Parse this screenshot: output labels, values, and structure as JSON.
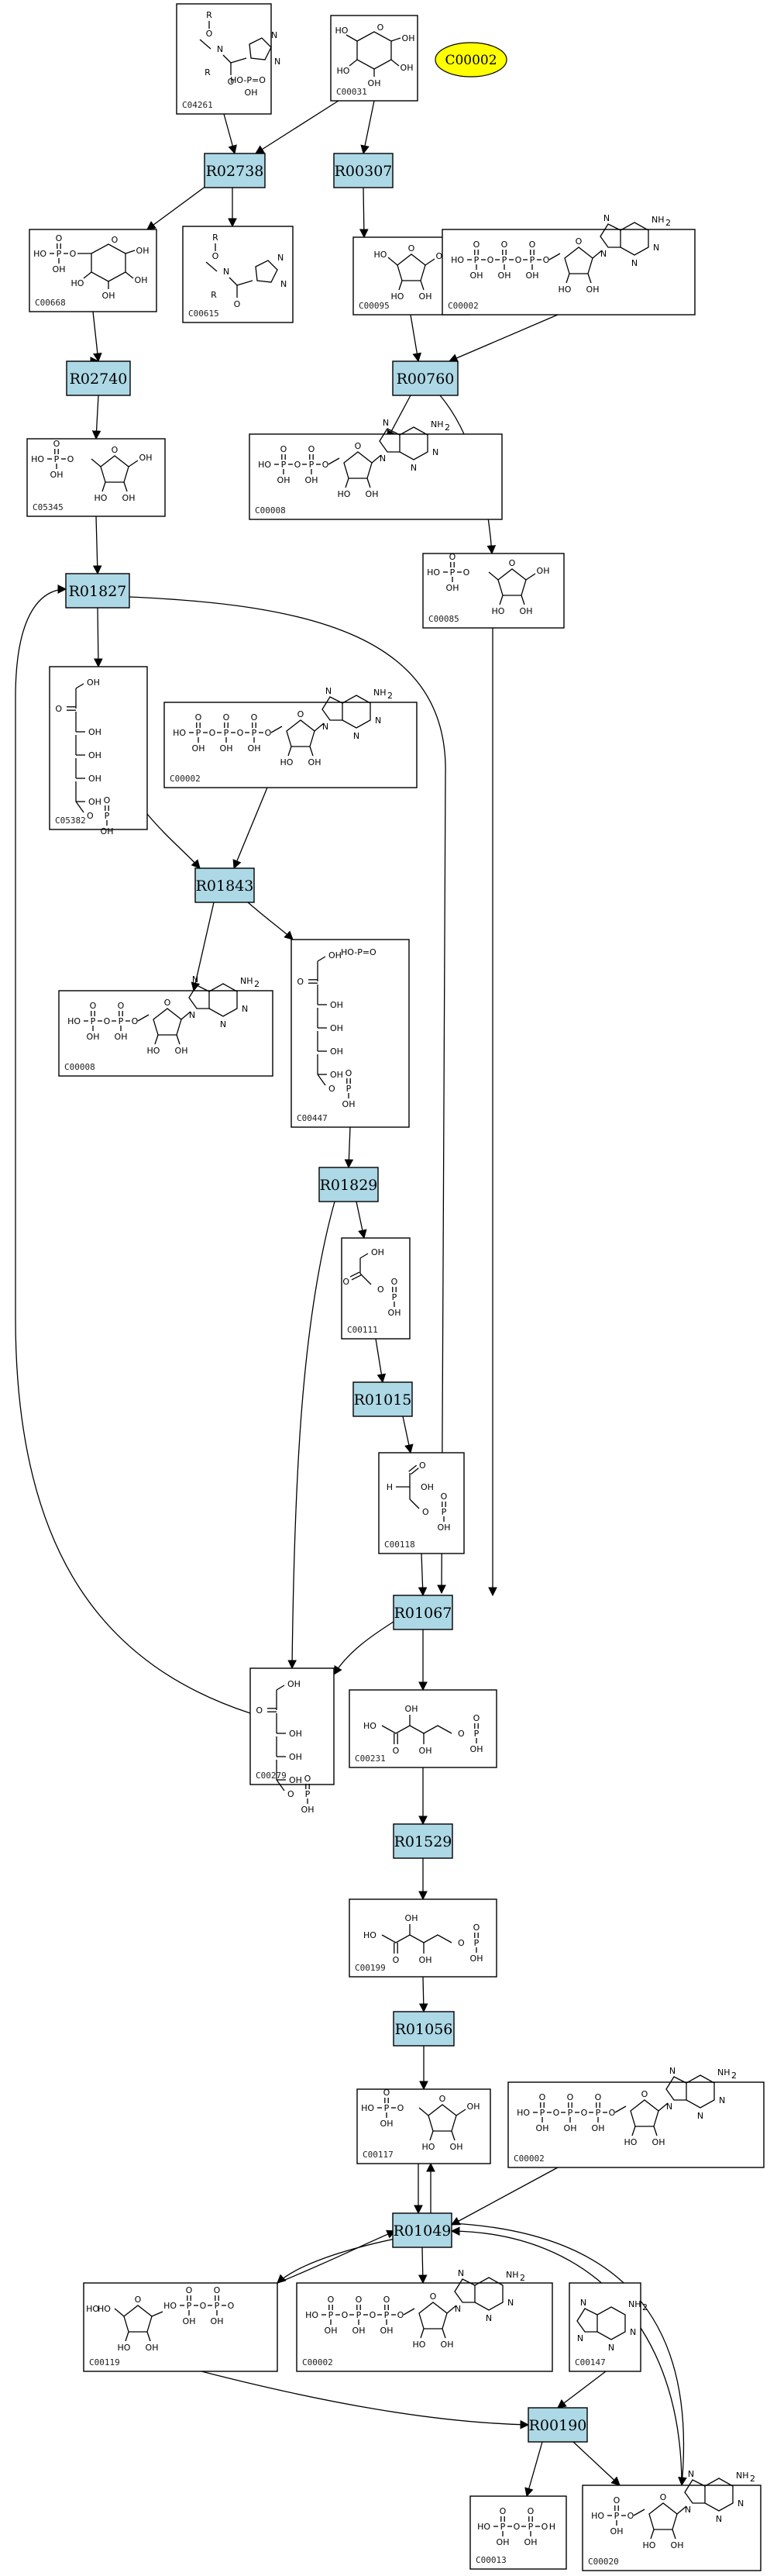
{
  "legend": {
    "label": "C00002"
  },
  "compounds": [
    {
      "id": "C04261"
    },
    {
      "id": "C00031"
    },
    {
      "id": "C00668"
    },
    {
      "id": "C00615"
    },
    {
      "id": "C00095"
    },
    {
      "id": "C00002"
    },
    {
      "id": "C05345"
    },
    {
      "id": "C00008"
    },
    {
      "id": "C00085"
    },
    {
      "id": "C05382"
    },
    {
      "id": "C00002"
    },
    {
      "id": "C00008"
    },
    {
      "id": "C00447"
    },
    {
      "id": "C00111"
    },
    {
      "id": "C00118"
    },
    {
      "id": "C00279"
    },
    {
      "id": "C00231"
    },
    {
      "id": "C00199"
    },
    {
      "id": "C00117"
    },
    {
      "id": "C00002"
    },
    {
      "id": "C00119"
    },
    {
      "id": "C00002"
    },
    {
      "id": "C00147"
    },
    {
      "id": "C00013"
    },
    {
      "id": "C00020"
    }
  ],
  "reactions": [
    {
      "id": "R02738"
    },
    {
      "id": "R00307"
    },
    {
      "id": "R02740"
    },
    {
      "id": "R00760"
    },
    {
      "id": "R01827"
    },
    {
      "id": "R01843"
    },
    {
      "id": "R01829"
    },
    {
      "id": "R01015"
    },
    {
      "id": "R01067"
    },
    {
      "id": "R01529"
    },
    {
      "id": "R01056"
    },
    {
      "id": "R01049"
    },
    {
      "id": "R00190"
    }
  ]
}
